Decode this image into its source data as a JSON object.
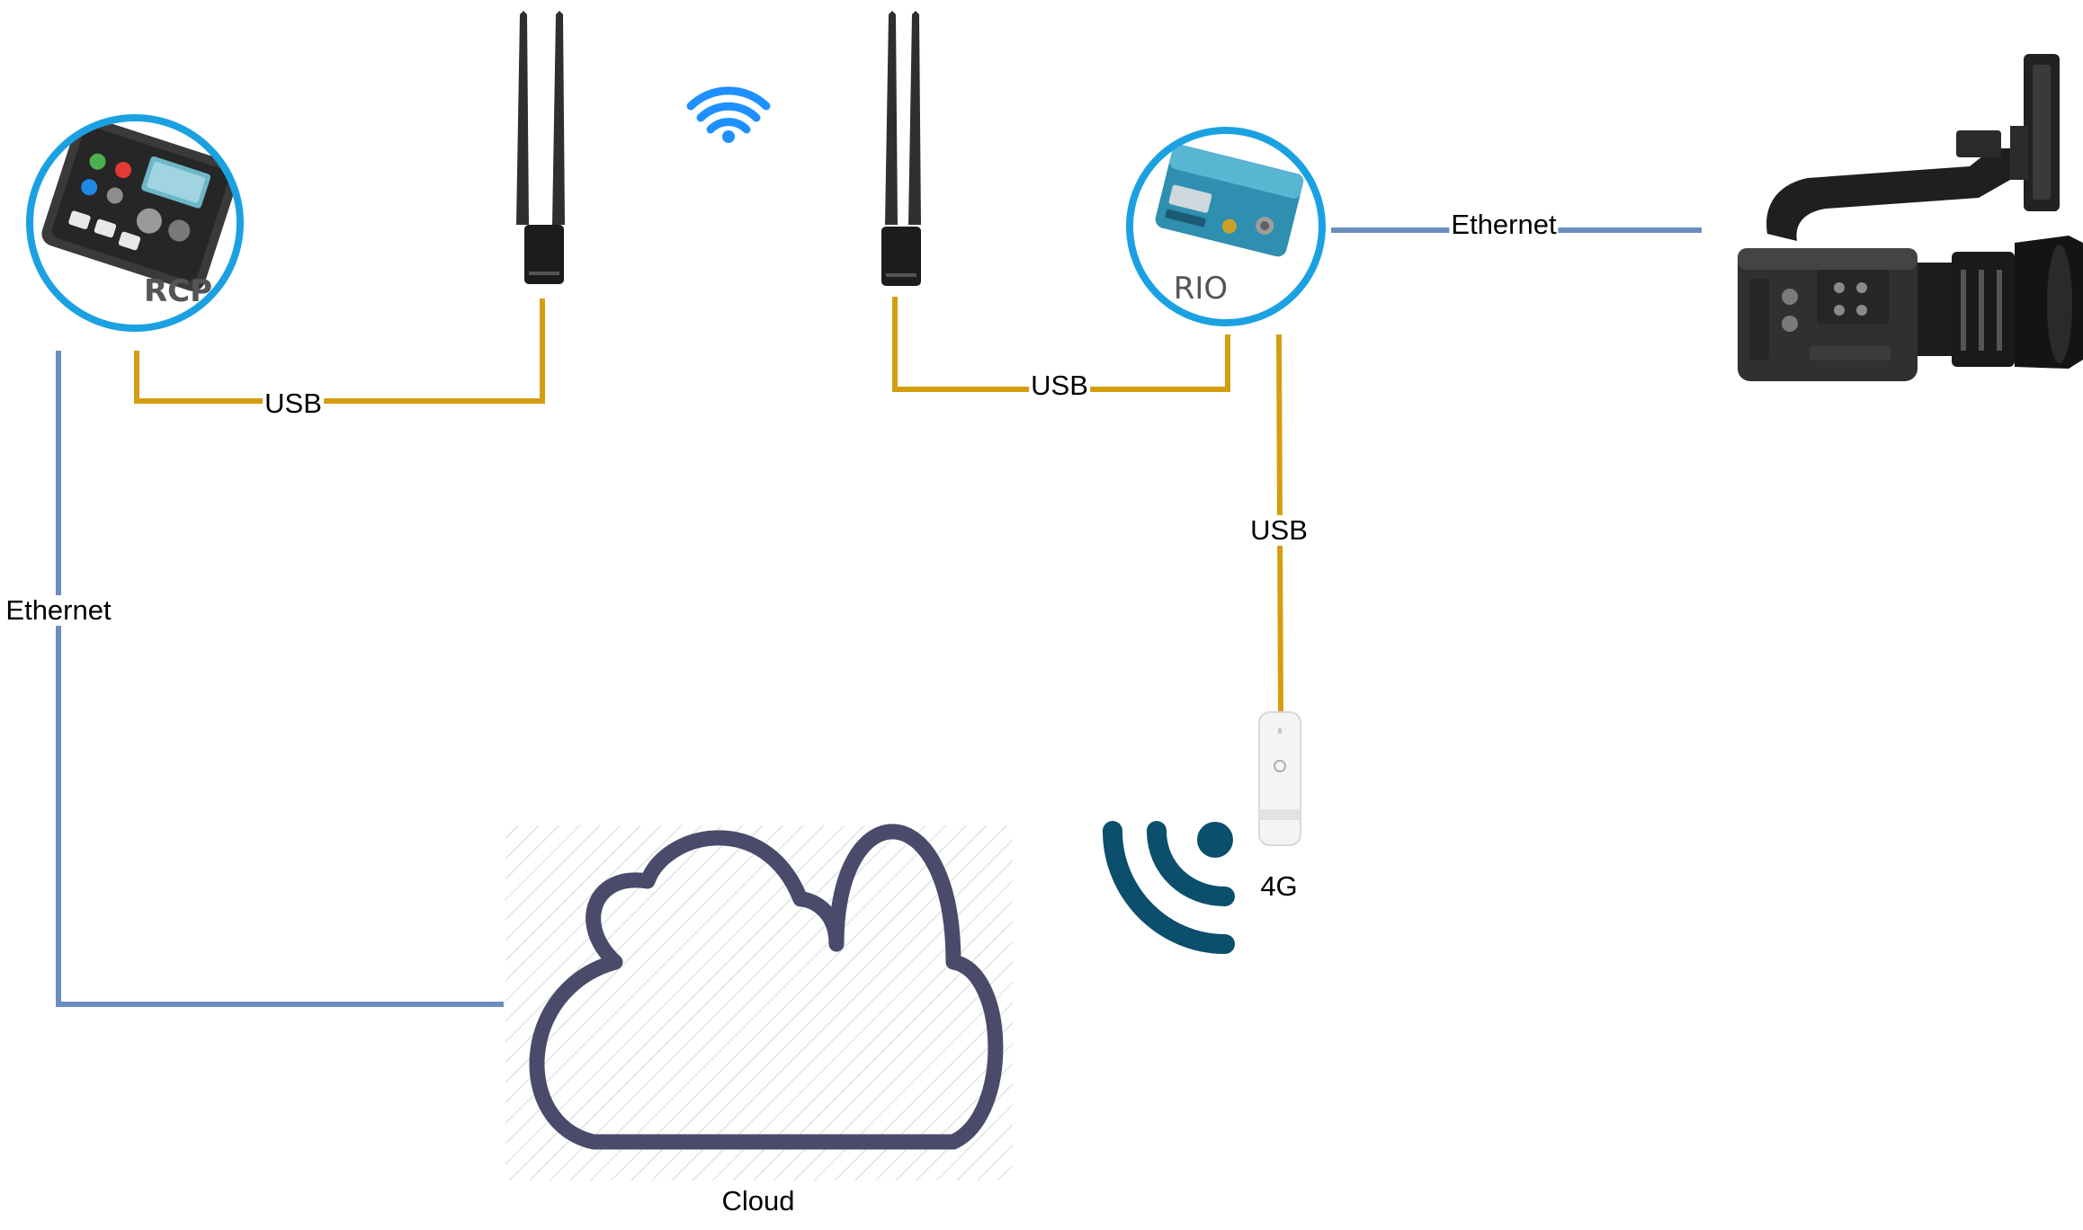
{
  "nodes": {
    "rcp": {
      "label": "RCP",
      "icon": "rcp-panel-icon"
    },
    "rio": {
      "label": "RIO",
      "icon": "rio-box-icon"
    },
    "camera": {
      "icon": "cinema-camera-icon"
    },
    "radio_left": {
      "icon": "antenna-radio-icon"
    },
    "radio_right": {
      "icon": "antenna-radio-icon"
    },
    "wifi": {
      "icon": "wifi-icon"
    },
    "modem": {
      "label": "4G",
      "icon": "usb-modem-icon"
    },
    "signal": {
      "icon": "wireless-signal-icon"
    },
    "cloud": {
      "label": "Cloud",
      "icon": "cloud-icon"
    }
  },
  "connections": {
    "rcp_radio": {
      "label": "USB",
      "type": "usb"
    },
    "radio_rio": {
      "label": "USB",
      "type": "usb"
    },
    "rio_modem": {
      "label": "USB",
      "type": "usb"
    },
    "rio_camera": {
      "label": "Ethernet",
      "type": "ethernet"
    },
    "rcp_cloud": {
      "label": "Ethernet",
      "type": "ethernet"
    }
  },
  "colors": {
    "usb": "#d39e0f",
    "ethernet": "#6c8ebf",
    "ring": "#1ba1e2",
    "wifi": "#1e90ff",
    "signal": "#0b4f6c",
    "cloud": "#4a4a6a"
  }
}
